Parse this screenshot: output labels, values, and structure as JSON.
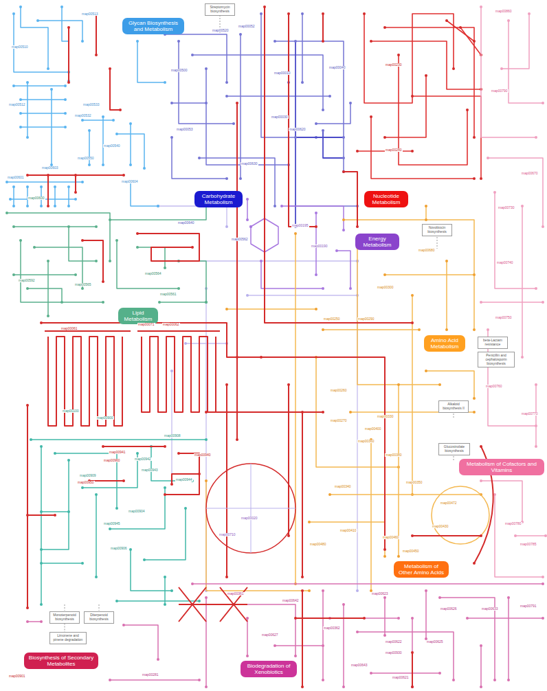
{
  "diagram": {
    "nodes": [
      {
        "text": [
          "Streptomycin biosynthesis"
        ]
      },
      {
        "text": [
          "Glycan Biosynthesis and Metabolism"
        ]
      },
      {
        "text": [
          "Carbohydrate Metabolism"
        ]
      },
      {
        "text": [
          "Nucleotide Metabolism"
        ]
      },
      {
        "text": [
          "Novobiocin biosynthesis"
        ]
      },
      {
        "text": [
          "Energy Metabolism"
        ]
      },
      {
        "text": [
          "Lipid Metabolism"
        ]
      },
      {
        "text": [
          "Amino Acid Metabolism"
        ]
      },
      {
        "text": [
          "beta-Lactam resistance"
        ]
      },
      {
        "text": [
          "Penicillin and cephalosporin biosynthesis"
        ]
      },
      {
        "text": [
          "Alkaloid biosynthesis II"
        ]
      },
      {
        "text": [
          "Glucosinolate biosynthesis"
        ]
      },
      {
        "text": [
          "Metabolism of Cofactors and Vitamins"
        ]
      },
      {
        "text": [
          "Metabolism of Other Amino Acids"
        ]
      },
      {
        "text": [
          "Monoterpenoid biosynthesis"
        ]
      },
      {
        "text": [
          "Diterpenoid biosynthesis"
        ]
      },
      {
        "text": [
          "Limonene and pinene degradation"
        ]
      },
      {
        "text": [
          "Biosynthesis of Secondary Metabolites"
        ]
      },
      {
        "text": [
          "Biodegradation of Xenobiotics"
        ]
      }
    ],
    "edges": [
      {
        "from": 14,
        "to": 16,
        "arrow": "none"
      }
    ],
    "labels": [
      "map00513",
      "map00510",
      "map00512",
      "map00533",
      "map00532",
      "map00540",
      "map00550",
      "map00603",
      "map00601",
      "map00604",
      "map00520",
      "map00052",
      "map00500",
      "map00053",
      "map00040",
      "map00030",
      "map00010",
      "map00230",
      "map00240",
      "map00630",
      "map00620",
      "map00640",
      "map00562",
      "map00190",
      "map00195",
      "map00680",
      "map00061",
      "map00062",
      "map00071",
      "map00564",
      "map00561",
      "map00565",
      "map00600",
      "map00592",
      "map00100",
      "map00900",
      "map00909",
      "map00904",
      "map00906",
      "map00908",
      "map00940",
      "map00941",
      "map00942",
      "map00943",
      "map00944",
      "map00945",
      "map00020",
      "map00710",
      "map00260",
      "map00270",
      "map00250",
      "map00290",
      "map00300",
      "map00330",
      "map00340",
      "map00350",
      "map00360",
      "map00380",
      "map00400",
      "map00410",
      "map00430",
      "map00450",
      "map00460",
      "map00472",
      "map00480",
      "map00730",
      "map00740",
      "map00750",
      "map00760",
      "map00770",
      "map00780",
      "map00785",
      "map00790",
      "map00860",
      "map00670",
      "map00361",
      "map00642",
      "map00362",
      "map00627",
      "map00623",
      "map00622",
      "map00625",
      "map00626",
      "map00633",
      "map00791",
      "map00643",
      "map00930",
      "map00621",
      "map00960",
      "map00950",
      "map00901",
      "map00281"
    ]
  }
}
